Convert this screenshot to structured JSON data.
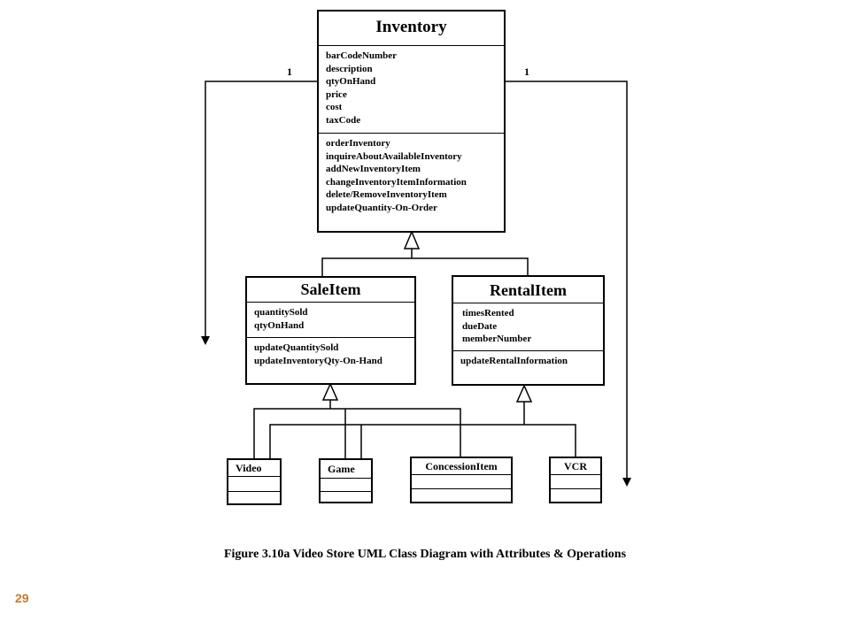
{
  "inventory": {
    "name": "Inventory",
    "attributes": [
      "barCodeNumber",
      "description",
      "qtyOnHand",
      "price",
      "cost",
      "taxCode"
    ],
    "operations": [
      "orderInventory",
      "inquireAboutAvailableInventory",
      "addNewInventoryItem",
      "changeInventoryItemInformation",
      "delete/RemoveInventoryItem",
      "updateQuantity-On-Order"
    ]
  },
  "multiplicity_left": "1",
  "multiplicity_right": "1",
  "sale_item": {
    "name": "SaleItem",
    "attributes": [
      "quantitySold",
      "qtyOnHand"
    ],
    "operations": [
      "updateQuantitySold",
      "updateInventoryQty-On-Hand"
    ]
  },
  "rental_item": {
    "name": "RentalItem",
    "attributes": [
      "timesRented",
      "dueDate",
      "memberNumber"
    ],
    "operations": [
      "updateRentalInformation"
    ]
  },
  "video": {
    "name": "Video"
  },
  "game": {
    "name": "Game"
  },
  "concession": {
    "name": "ConcessionItem"
  },
  "vcr": {
    "name": "VCR"
  },
  "caption": "Figure 3.10a Video Store UML Class Diagram with Attributes & Operations",
  "page_number": "29"
}
